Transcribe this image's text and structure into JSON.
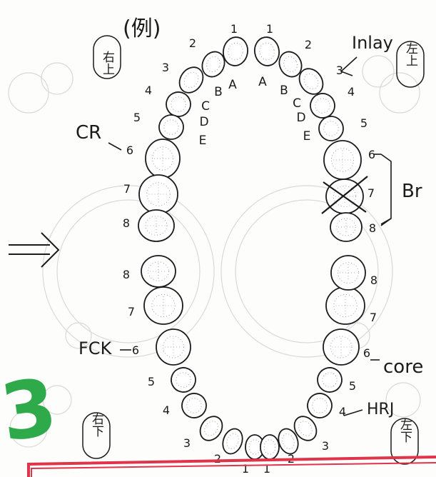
{
  "title": "(例)",
  "quadrants": {
    "upper_right": "右上",
    "upper_left": "左上",
    "lower_right": "右下",
    "lower_left": "左下"
  },
  "teeth_numbers": {
    "upper_right": [
      "1",
      "2",
      "3",
      "4",
      "5",
      "6",
      "7",
      "8"
    ],
    "upper_left": [
      "1",
      "2",
      "3",
      "4",
      "5",
      "6",
      "7",
      "8"
    ],
    "lower_right": [
      "1",
      "2",
      "3",
      "4",
      "5",
      "6",
      "7",
      "8"
    ],
    "lower_left": [
      "1",
      "2",
      "3",
      "4",
      "5",
      "6",
      "7",
      "8"
    ]
  },
  "primary_letters": {
    "upper_right": [
      "A",
      "B",
      "C",
      "D",
      "E"
    ],
    "upper_left": [
      "A",
      "B",
      "C",
      "D",
      "E"
    ]
  },
  "annotations": {
    "inlay": "Inlay",
    "cr": "CR",
    "br": "Br",
    "fck": "FCK",
    "core": "core",
    "hrj": "HRJ",
    "handwritten_digit": "3"
  },
  "marks": {
    "missing_tooth": "upper-left-7",
    "arrow": "⇒"
  },
  "colors": {
    "ink": "#1b1b1b",
    "green_marker": "#2eaa4a",
    "red_border": "#e0344a",
    "tooth_fill": "#ffffff",
    "watermark": "#d6d6d6"
  }
}
